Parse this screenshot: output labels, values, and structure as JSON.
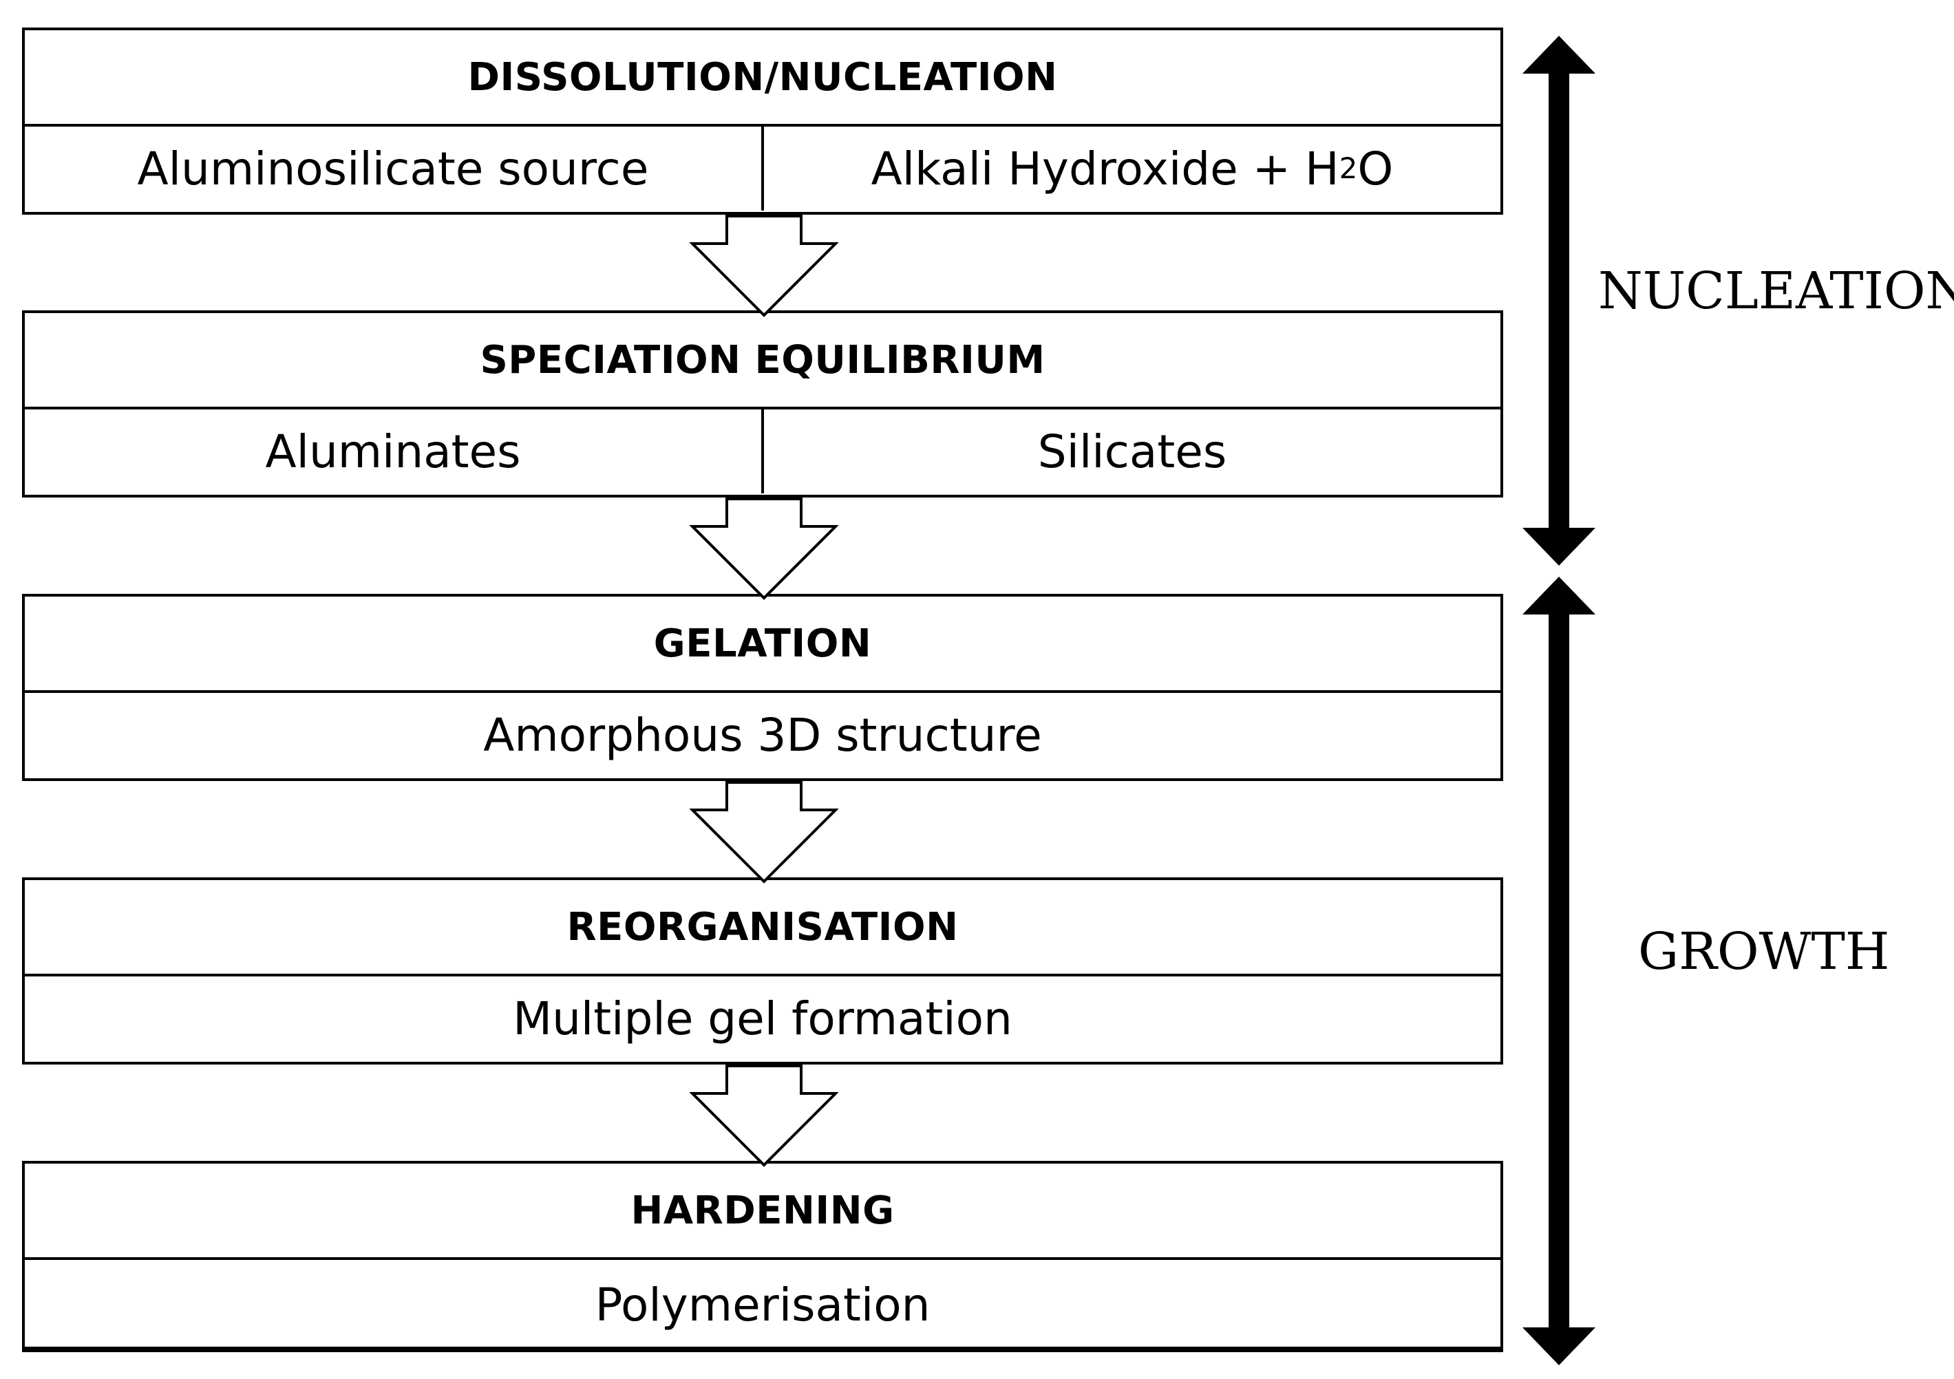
{
  "stages": [
    {
      "title": "DISSOLUTION/NUCLEATION",
      "cells": [
        {
          "text": "Aluminosilicate source"
        },
        {
          "text_main": "Alkali Hydroxide + H",
          "sub": "2",
          "text_tail": "O"
        }
      ]
    },
    {
      "title": "SPECIATION EQUILIBRIUM",
      "cells": [
        {
          "text": "Aluminates"
        },
        {
          "text": "Silicates"
        }
      ]
    },
    {
      "title": "GELATION",
      "cells": [
        {
          "text": "Amorphous 3D structure"
        }
      ]
    },
    {
      "title": "REORGANISATION",
      "cells": [
        {
          "text": "Multiple gel formation"
        }
      ]
    },
    {
      "title": "HARDENING",
      "cells": [
        {
          "text": "Polymerisation"
        }
      ]
    }
  ],
  "phases": [
    {
      "label": "NUCLEATION"
    },
    {
      "label": "GROWTH"
    }
  ],
  "colors": {
    "line": "#000000",
    "background": "#ffffff"
  }
}
